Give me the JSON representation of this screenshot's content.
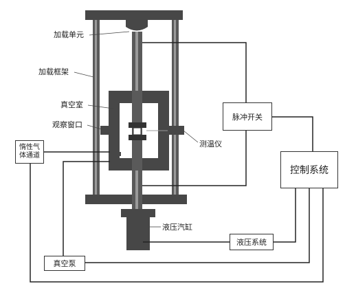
{
  "labels": {
    "loading_unit": "加载单元",
    "loading_frame": "加载框架",
    "vacuum_chamber": "真空室",
    "observation_window": "观察窗口",
    "thermometer": "测温仪",
    "hydraulic_cylinder": "液压汽缸"
  },
  "boxes": {
    "pulse_switch": "脉冲开关",
    "control_system": "控制系统",
    "hydraulic_system": "液压系统",
    "vacuum_pump": "真空泵",
    "inert_gas_line1": "惰性气",
    "inert_gas_line2": "体通道"
  },
  "colors": {
    "frame": "#474747",
    "line": "#222222",
    "light": "#9a9a9a"
  }
}
